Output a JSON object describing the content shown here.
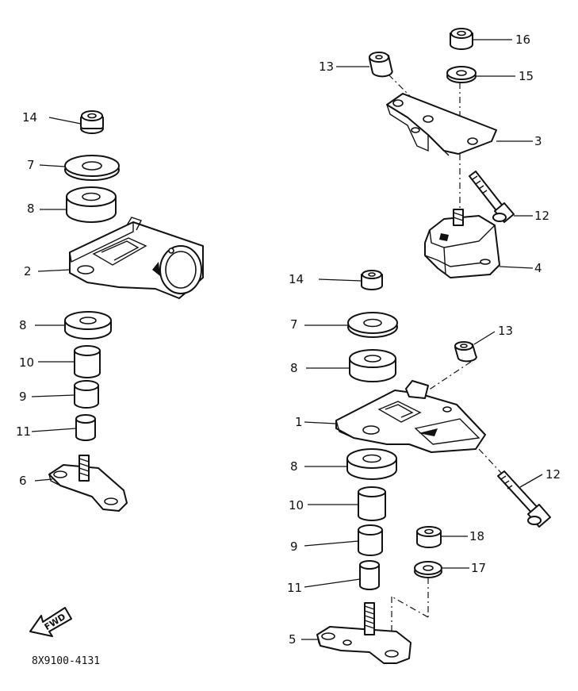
{
  "diagram": {
    "drawing_code": "8X9100-4131",
    "direction_marker": "FWD",
    "callouts_left": [
      "14",
      "7",
      "8",
      "2",
      "8",
      "10",
      "9",
      "11",
      "6"
    ],
    "callouts_right": [
      "16",
      "13",
      "15",
      "3",
      "12",
      "4",
      "14",
      "7",
      "13",
      "8",
      "1",
      "12",
      "8",
      "10",
      "18",
      "9",
      "17",
      "11",
      "5"
    ]
  }
}
